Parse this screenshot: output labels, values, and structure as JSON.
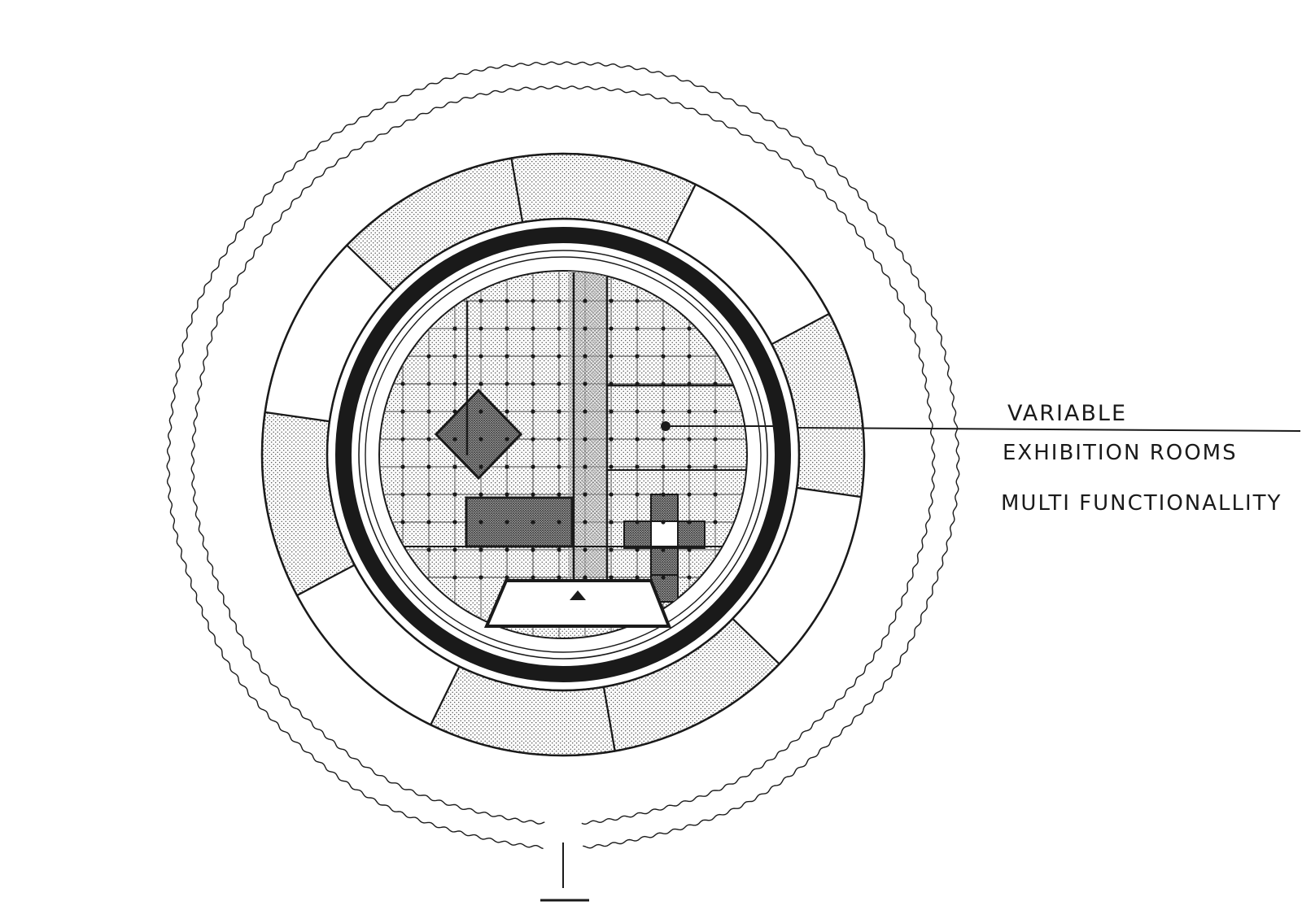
{
  "annotations": {
    "label_line_1": "VARIABLE",
    "label_line_2": "EXHIBITION ROOMS",
    "label_line_3": "MULTI FUNCTIONALLITY"
  },
  "diagram": {
    "ink_color": "#1a1a1a",
    "fill_light": "#d4d4d4",
    "fill_mid": "#bdbdbd",
    "fill_dark": "#8f8f8f",
    "paper_color": "#ffffff",
    "ring_segments": 10,
    "shaded_segments": [
      0,
      2,
      4,
      5,
      7,
      9
    ]
  }
}
